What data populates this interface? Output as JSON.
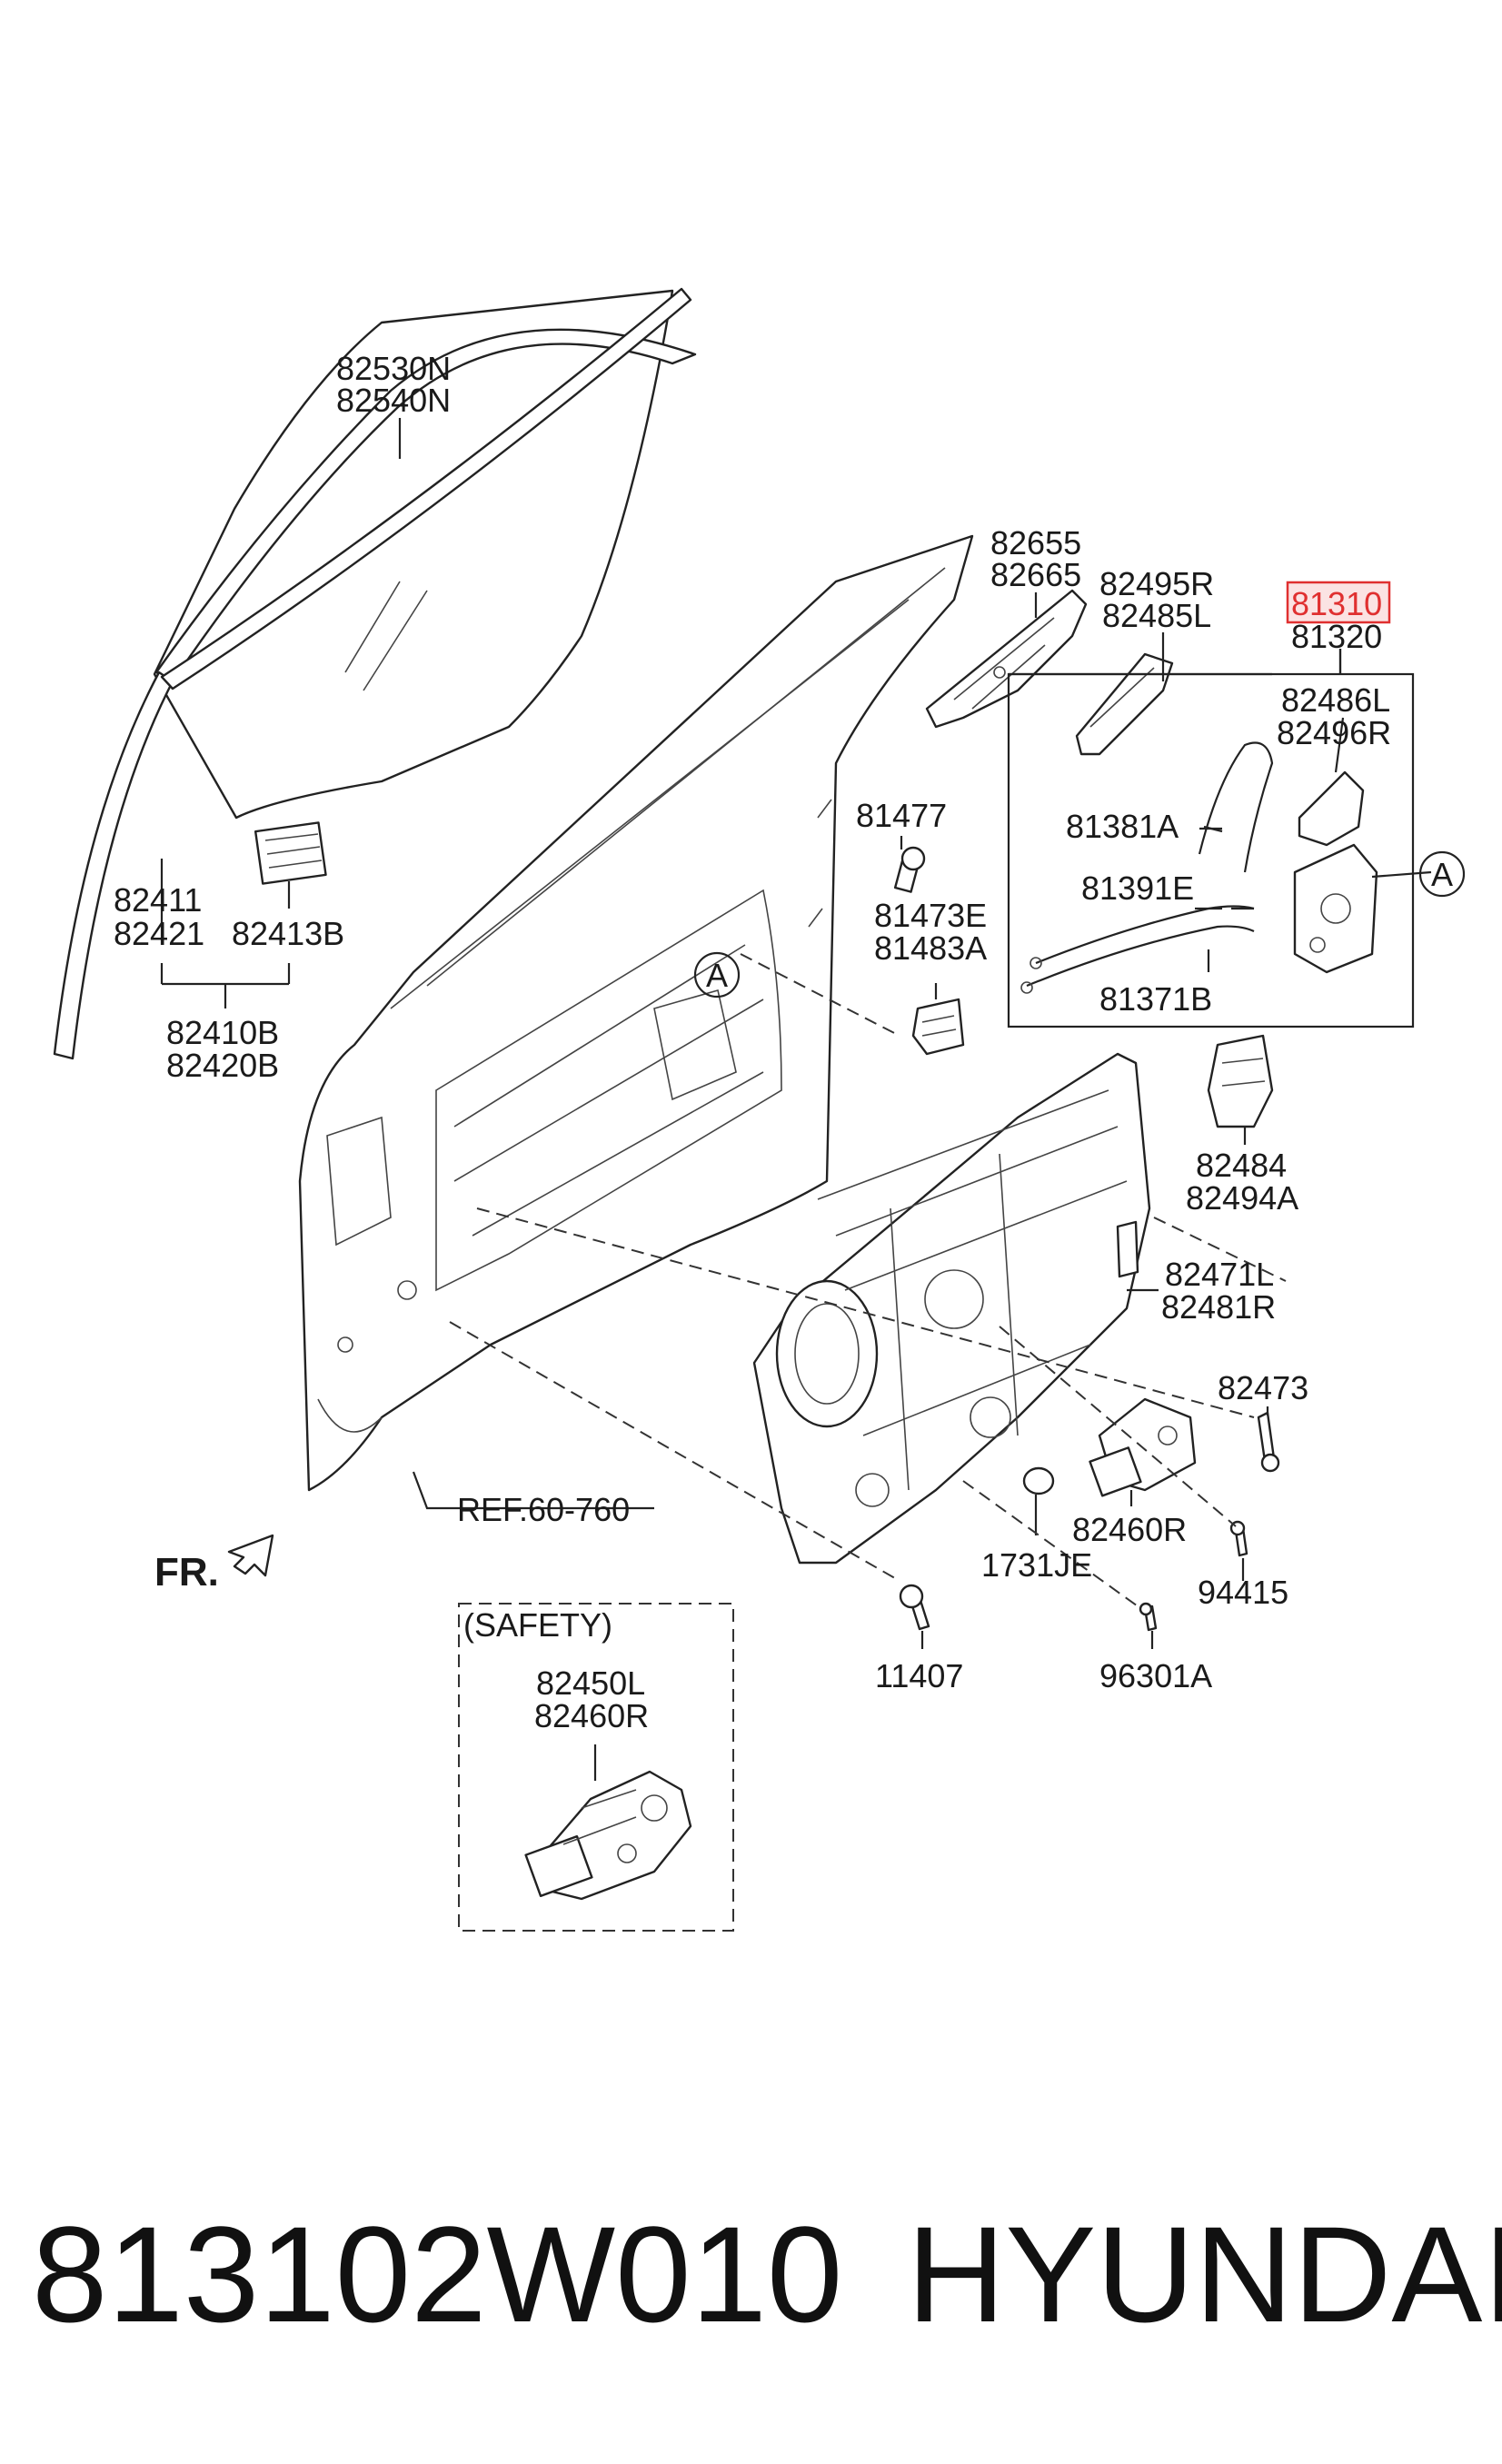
{
  "diagram": {
    "labels": {
      "glass_a": "82530N",
      "glass_b": "82540N",
      "run_a": "82411",
      "run_b": "82421",
      "run_c": "82413B",
      "run_asm_a": "82410B",
      "run_asm_b": "82420B",
      "handle_a": "82655",
      "handle_b": "82665",
      "bracket_a": "82495R",
      "bracket_b": "82485L",
      "latch_a": "81310",
      "latch_b": "81320",
      "cover_a": "82486L",
      "cover_b": "82496R",
      "cable_a": "81381A",
      "cable_b": "81391E",
      "cable_c": "81371B",
      "screw_a": "81477",
      "striker_a": "81473E",
      "striker_b": "81483A",
      "circle_a1": "A",
      "circle_a2": "A",
      "hinge_a": "82484",
      "hinge_b": "82494A",
      "module_a": "82471L",
      "module_b": "82481R",
      "bolt_a": "82473",
      "motor_a": "82460R",
      "plug": "1731JE",
      "screw_b": "94415",
      "bolt_b": "11407",
      "screw_c": "96301A",
      "ref": "REF.60-760",
      "fr": "FR.",
      "safety": "(SAFETY)",
      "safety_a": "82450L",
      "safety_b": "82460R"
    },
    "highlighted_part": "81310",
    "highlight_color": "#e03030"
  },
  "footer": {
    "part_number": "813102W010",
    "brand": "HYUNDAI"
  }
}
